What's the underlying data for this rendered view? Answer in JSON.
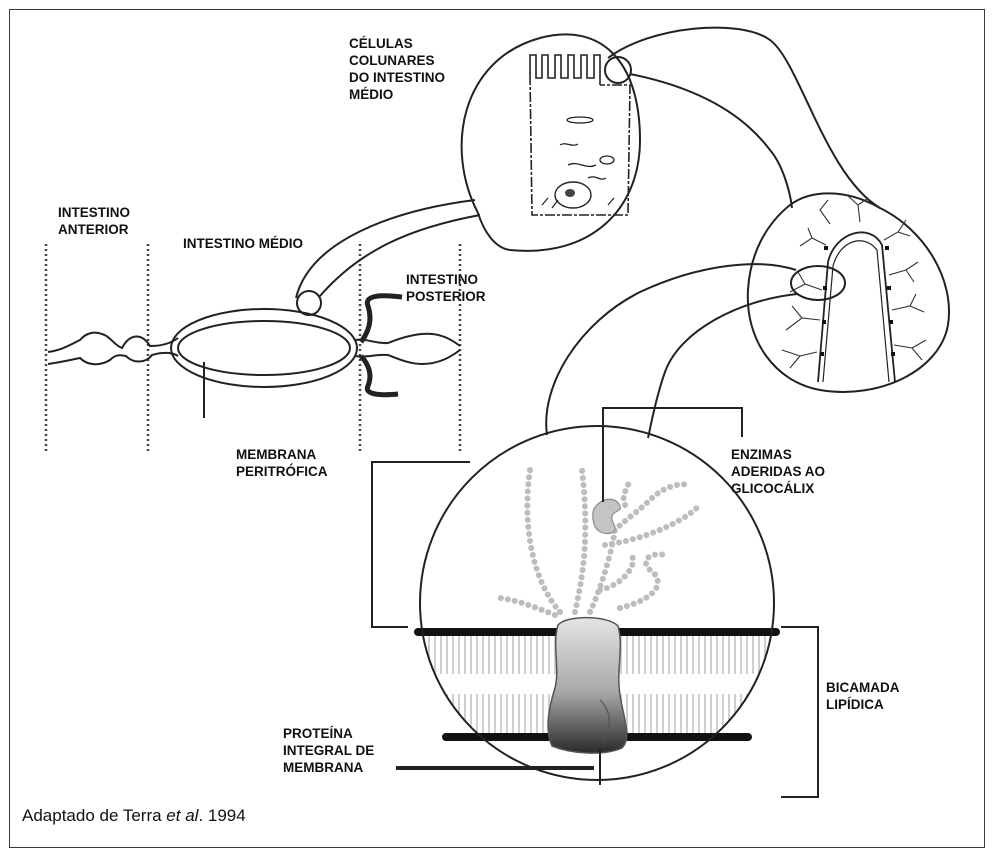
{
  "labels": {
    "celulas_colunares": [
      "CÉLULAS",
      "COLUNARES",
      "DO INTESTINO",
      "MÉDIO"
    ],
    "intestino_anterior": [
      "INTESTINO",
      "ANTERIOR"
    ],
    "intestino_medio": "INTESTINO MÉDIO",
    "intestino_posterior": [
      "INTESTINO",
      "POSTERIOR"
    ],
    "membrana_peritrofica": [
      "MEMBRANA",
      "PERITRÓFICA"
    ],
    "enzimas": [
      "ENZIMAS",
      "ADERIDAS AO",
      "GLICOCÁLIX"
    ],
    "bicamada": [
      "BICAMADA",
      "LIPÍDICA"
    ],
    "proteina": [
      "PROTEÍNA",
      "INTEGRAL DE",
      "MEMBRANA"
    ]
  },
  "caption": {
    "prefix": "Adaptado de Terra ",
    "italic": "et al",
    "suffix": ". 1994"
  }
}
